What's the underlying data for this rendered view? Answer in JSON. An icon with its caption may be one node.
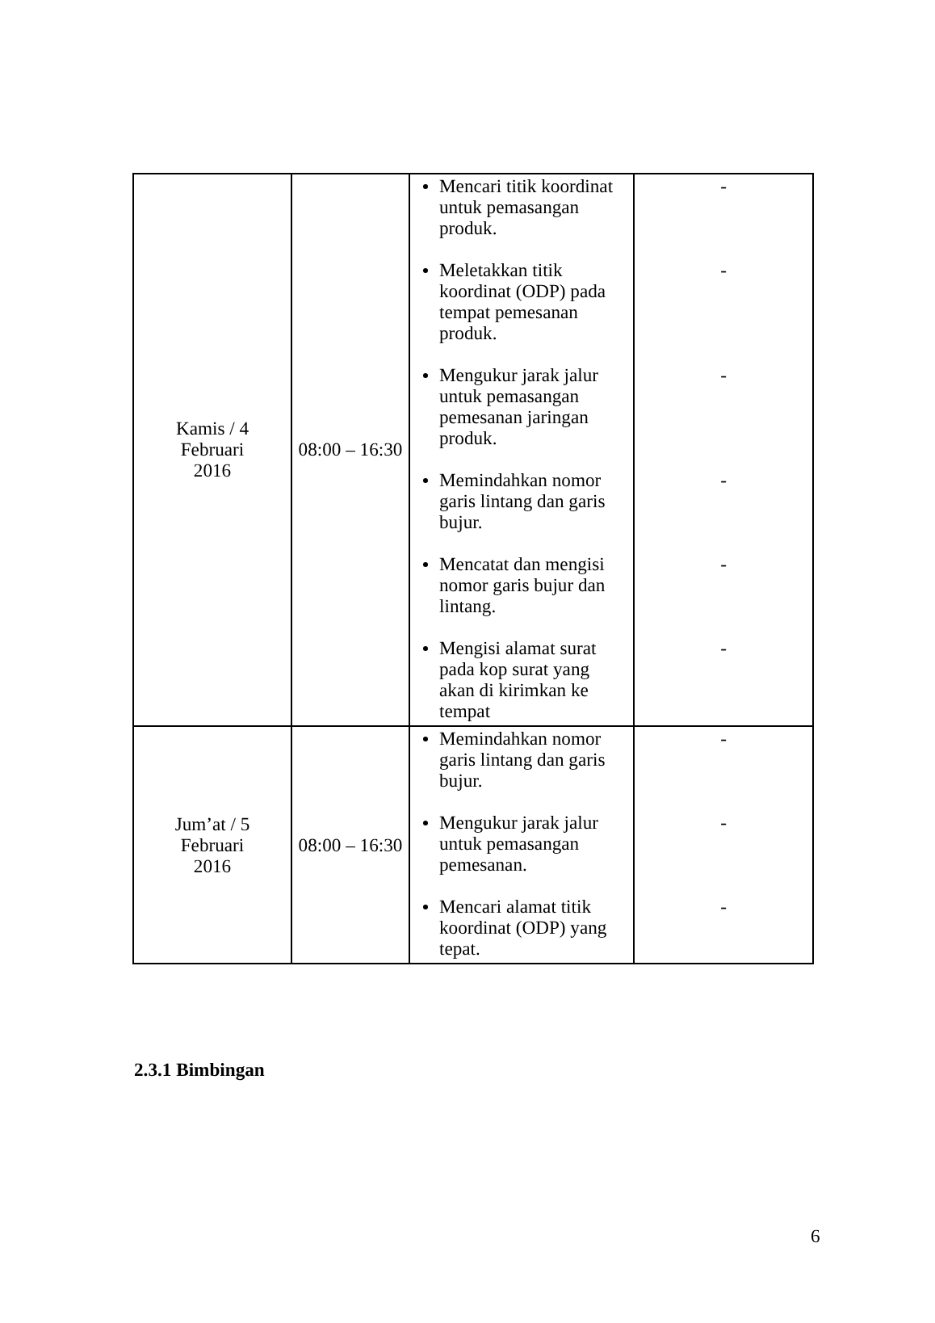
{
  "diagram": {
    "labels": [
      "Kamis / 4 Februari 2016",
      "08:00 – 16:30",
      "Mencari titik koordinat untuk pemasangan produk.",
      "Meletakkan titik koordinat (ODP) pada tempat pemesanan produk.",
      "Mengukur jarak jalur untuk pemasangan pemesanan jaringan produk.",
      "Memindahkan nomor garis lintang dan garis bujur.",
      "Mencatat dan mengisi nomor garis bujur dan lintang.",
      "Mengisi alamat surat pada kop surat yang akan di kirimkan ke tempat",
      "-",
      "-",
      "-",
      "-",
      "-",
      "-",
      "Jum’at / 5 Februari 2016",
      "08:00 – 16:30",
      "Memindahkan nomor garis lintang dan garis bujur.",
      "Mengukur jarak jalur untuk pemasangan pemesanan.",
      "Mencari alamat titik koordinat (ODP) yang tepat.",
      "-",
      "-",
      "-",
      "2.3.1 Bimbingan",
      "6"
    ]
  }
}
